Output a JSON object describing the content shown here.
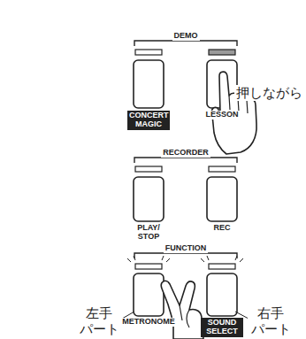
{
  "diagram": {
    "labels": [
      "DEMO",
      "CONCERT MAGIC",
      "LESSON",
      "押しながら",
      "RECORDER",
      "PLAY/ STOP",
      "REC",
      "FUNCTION",
      "METRONOME",
      "SOUND SELECT",
      "左手 パート",
      "右手 パート"
    ]
  }
}
